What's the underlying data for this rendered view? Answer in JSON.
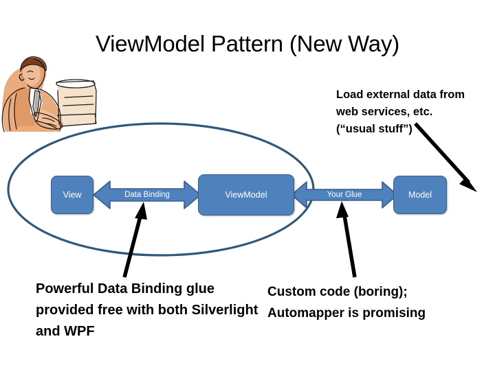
{
  "slide": {
    "title": "ViewModel Pattern (New Way)",
    "background_color": "#FFFFFF"
  },
  "theme": {
    "box_fill": "#4F81BD",
    "box_border": "#385D8A",
    "arrow_fill": "#4F81BD",
    "arrow_border": "#385D8A",
    "ellipse_stroke": "#31587A",
    "annotation_arrow_color": "#000000",
    "box_text_color": "#FFFFFF",
    "body_text_color": "#000000"
  },
  "diagram": {
    "grouping_ellipse_name": "view-viewmodel-group",
    "boxes": [
      {
        "id": "view",
        "label": "View"
      },
      {
        "id": "viewmodel",
        "label": "ViewModel"
      },
      {
        "id": "model",
        "label": "Model"
      }
    ],
    "connectors": [
      {
        "id": "data-binding",
        "label": "Data Binding",
        "style": "double-headed"
      },
      {
        "id": "your-glue",
        "label": "Your Glue",
        "style": "double-headed"
      }
    ]
  },
  "annotations": {
    "callout_load": "Load external data from web services, etc. (“usual stuff”)",
    "caption_left": "Powerful Data Binding glue provided free with both Silverlight and WPF",
    "caption_right": "Custom code (boring); Automapper is promising",
    "pointers": [
      {
        "id": "pointer-to-model",
        "direction": "down-right"
      },
      {
        "id": "pointer-to-data-binding",
        "direction": "up"
      },
      {
        "id": "pointer-to-your-glue",
        "direction": "up"
      }
    ]
  },
  "clipart": {
    "name": "businessman-at-desk-illustration",
    "description": "Sketch illustration of a man in a suit working at a desk with a computer"
  }
}
